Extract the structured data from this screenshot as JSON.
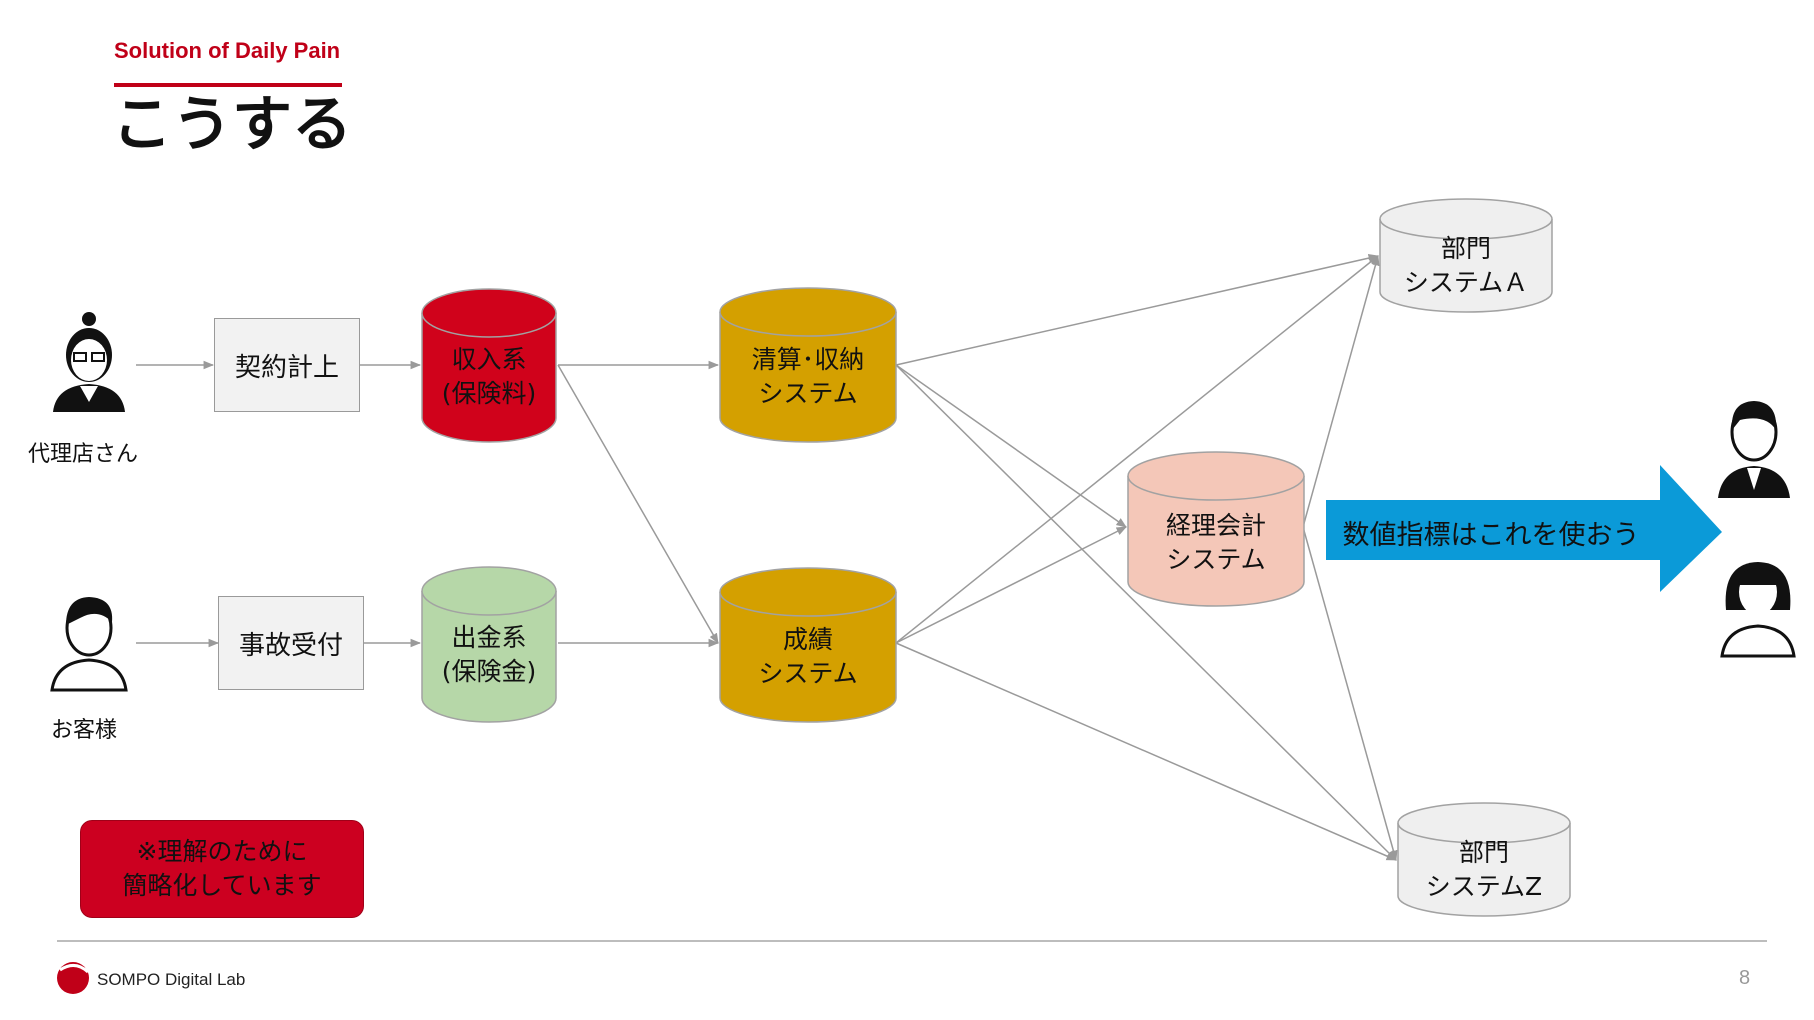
{
  "header": {
    "subtitle": "Solution of Daily Pain",
    "title": "こうする"
  },
  "actors": {
    "agent": "代理店さん",
    "customer": "お客様"
  },
  "process": {
    "contract": "契約計上",
    "claim": "事故受付"
  },
  "systems": {
    "income": [
      "収入系",
      "(保険料)"
    ],
    "payout": [
      "出金系",
      "(保険金)"
    ],
    "settlement": [
      "清算･収納",
      "システム"
    ],
    "performance": [
      "成績",
      "システム"
    ],
    "accounting": [
      "経理会計",
      "システム"
    ],
    "dept_a": [
      "部門",
      "システムＡ"
    ],
    "dept_z": [
      "部門",
      "システムZ"
    ]
  },
  "callout": "数値指標はこれを使おう",
  "note": [
    "※理解のために",
    "簡略化しています"
  ],
  "footer": {
    "company": "SOMPO Digital Lab",
    "page": "8"
  },
  "colors": {
    "accent": "#c00018",
    "income": "#d0021b",
    "payout": "#b6d7a8",
    "settlement": "#d4a000",
    "accounting": "#f4c7b8",
    "dept": "#efefef",
    "callout": "#0b9ad8"
  }
}
